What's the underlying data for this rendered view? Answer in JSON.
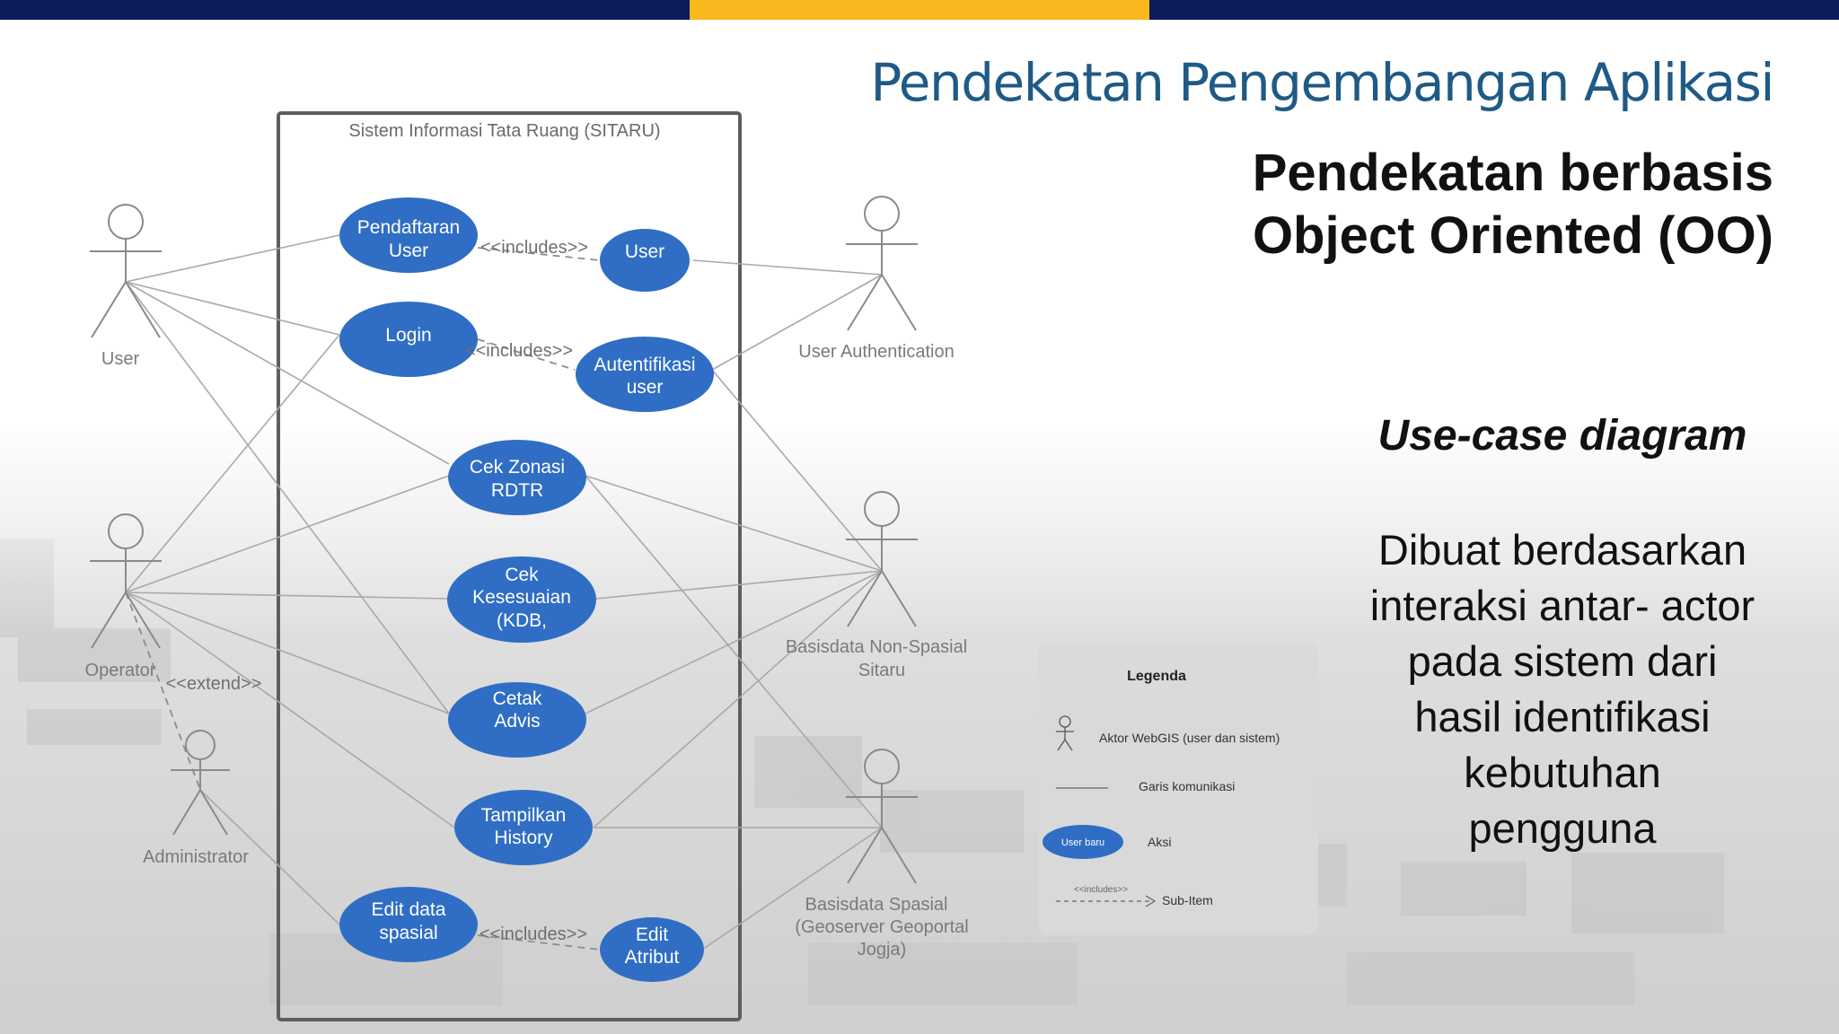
{
  "slide": {
    "title": "Pendekatan Pengembangan Aplikasi",
    "heading_lines": [
      "Pendekatan berbasis",
      "Object Oriented (OO)"
    ],
    "subheading": "Use-case diagram",
    "body_lines": [
      "Dibuat berdasarkan",
      "interaksi antar- actor",
      "pada sistem dari",
      "hasil identifikasi",
      "kebutuhan",
      "pengguna"
    ],
    "colors": {
      "navy": "#0e1b5a",
      "gold": "#f9b81e",
      "title_blue": "#1f5a86",
      "usecase_blue": "#2f6ec4"
    }
  },
  "diagram": {
    "system_title": "Sistem Informasi Tata Ruang (SITARU)",
    "actors": [
      {
        "id": "user",
        "label": [
          "User"
        ]
      },
      {
        "id": "operator",
        "label": [
          "Operator"
        ]
      },
      {
        "id": "administrator",
        "label": [
          "Administrator"
        ]
      },
      {
        "id": "userauth",
        "label": [
          "User Authentication"
        ]
      },
      {
        "id": "nonspasial",
        "label": [
          "Basisdata Non-Spasial",
          "Sitaru"
        ]
      },
      {
        "id": "spasial",
        "label": [
          "Basisdata Spasial",
          "(Geoserver Geoportal",
          "Jogja)"
        ]
      }
    ],
    "use_cases": [
      {
        "id": "pendaftaran",
        "label": [
          "Pendaftaran",
          "User"
        ]
      },
      {
        "id": "user_uc",
        "label": [
          "User"
        ]
      },
      {
        "id": "login",
        "label": [
          "Login"
        ]
      },
      {
        "id": "autentifikasi",
        "label": [
          "Autentifikasi",
          "user"
        ]
      },
      {
        "id": "cekzonasi",
        "label": [
          "Cek Zonasi",
          "RDTR"
        ]
      },
      {
        "id": "cekkesesuaian",
        "label": [
          "Cek",
          "Kesesuaian",
          "(KDB,"
        ]
      },
      {
        "id": "cetakadvis",
        "label": [
          "Cetak",
          "Advis"
        ]
      },
      {
        "id": "history",
        "label": [
          "Tampilkan",
          "History"
        ]
      },
      {
        "id": "editspasial",
        "label": [
          "Edit data",
          "spasial"
        ]
      },
      {
        "id": "editatribut",
        "label": [
          "Edit",
          "Atribut"
        ]
      }
    ],
    "relations": [
      {
        "id": "inc1",
        "label": "<<includes>>"
      },
      {
        "id": "inc2",
        "label": "<<includes>>"
      },
      {
        "id": "inc3",
        "label": "<<includes>>"
      },
      {
        "id": "ext1",
        "label": "<<extend>>"
      }
    ],
    "legend": {
      "title": "Legenda",
      "items": [
        {
          "id": "aktor",
          "label": "Aktor WebGIS (user dan sistem)"
        },
        {
          "id": "garis",
          "label": "Garis komunikasi"
        },
        {
          "id": "aksi",
          "label": "Aksi",
          "sample": "User baru"
        },
        {
          "id": "sub",
          "label": "Sub-Item",
          "sample": "<<includes>>"
        }
      ]
    }
  }
}
